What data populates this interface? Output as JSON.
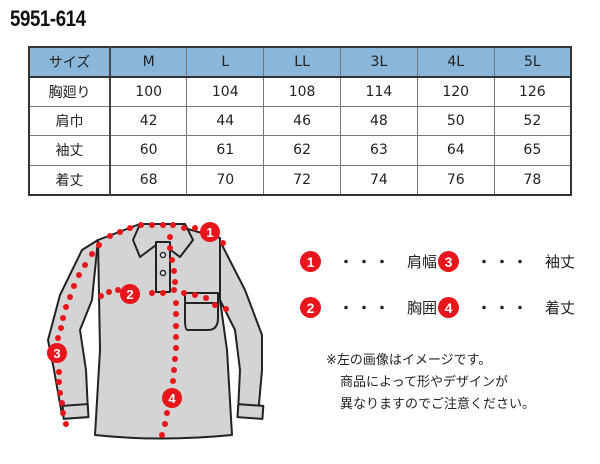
{
  "product_code": "5951-614",
  "size_table": {
    "header": [
      "サイズ",
      "M",
      "L",
      "LL",
      "3L",
      "4L",
      "5L"
    ],
    "rows": [
      {
        "label": "胸廻り",
        "values": [
          "100",
          "104",
          "108",
          "114",
          "120",
          "126"
        ]
      },
      {
        "label": "肩巾",
        "values": [
          "42",
          "44",
          "46",
          "48",
          "50",
          "52"
        ]
      },
      {
        "label": "袖丈",
        "values": [
          "60",
          "61",
          "62",
          "63",
          "64",
          "65"
        ]
      },
      {
        "label": "着丈",
        "values": [
          "68",
          "70",
          "72",
          "74",
          "76",
          "78"
        ]
      }
    ],
    "header_color": "#8ab6d9"
  },
  "diagram": {
    "markers": [
      "1",
      "2",
      "3",
      "4"
    ],
    "marker_color": "#e8161c",
    "shirt_color": "#d4d4d4"
  },
  "legend": [
    {
      "num": "1",
      "dots": "・・・",
      "label": "肩幅"
    },
    {
      "num": "2",
      "dots": "・・・",
      "label": "胸囲"
    },
    {
      "num": "3",
      "dots": "・・・",
      "label": "袖丈"
    },
    {
      "num": "4",
      "dots": "・・・",
      "label": "着丈"
    }
  ],
  "note": {
    "line1": "※左の画像はイメージです。",
    "line2": "商品によって形やデザインが",
    "line3": "異なりますのでご注意ください。"
  }
}
